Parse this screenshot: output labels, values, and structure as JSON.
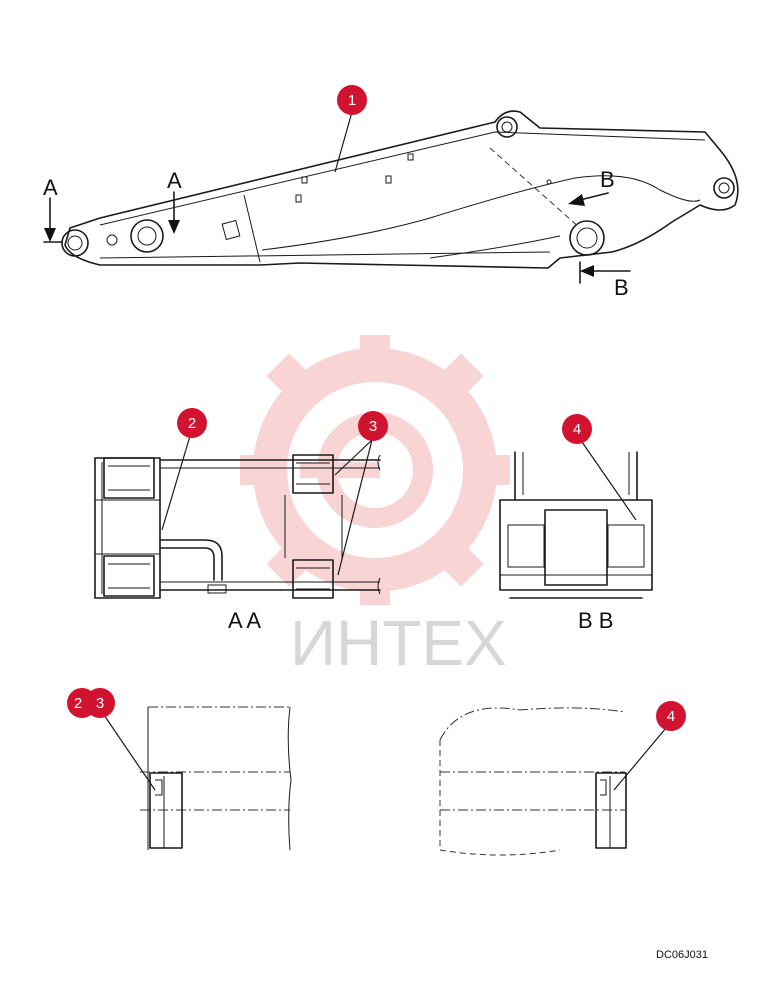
{
  "callouts": [
    {
      "id": "c1",
      "text": "1"
    },
    {
      "id": "c2",
      "text": "2"
    },
    {
      "id": "c3",
      "text": "3"
    },
    {
      "id": "c4",
      "text": "4"
    },
    {
      "id": "c2b",
      "text": "2"
    },
    {
      "id": "c3b",
      "text": "3"
    },
    {
      "id": "c4b",
      "text": "4"
    }
  ],
  "section_markers": {
    "a_left": "A",
    "a_right": "A",
    "b_top": "B",
    "b_bottom": "B"
  },
  "view_labels": {
    "section_aa": "A A",
    "section_bb": "B B"
  },
  "watermark": {
    "text": "ИНТЕХ",
    "color": "#e8403f"
  },
  "drawing_code": "DC06J031",
  "colors": {
    "callout": "#d1132f",
    "line": "#1a1a1a"
  }
}
